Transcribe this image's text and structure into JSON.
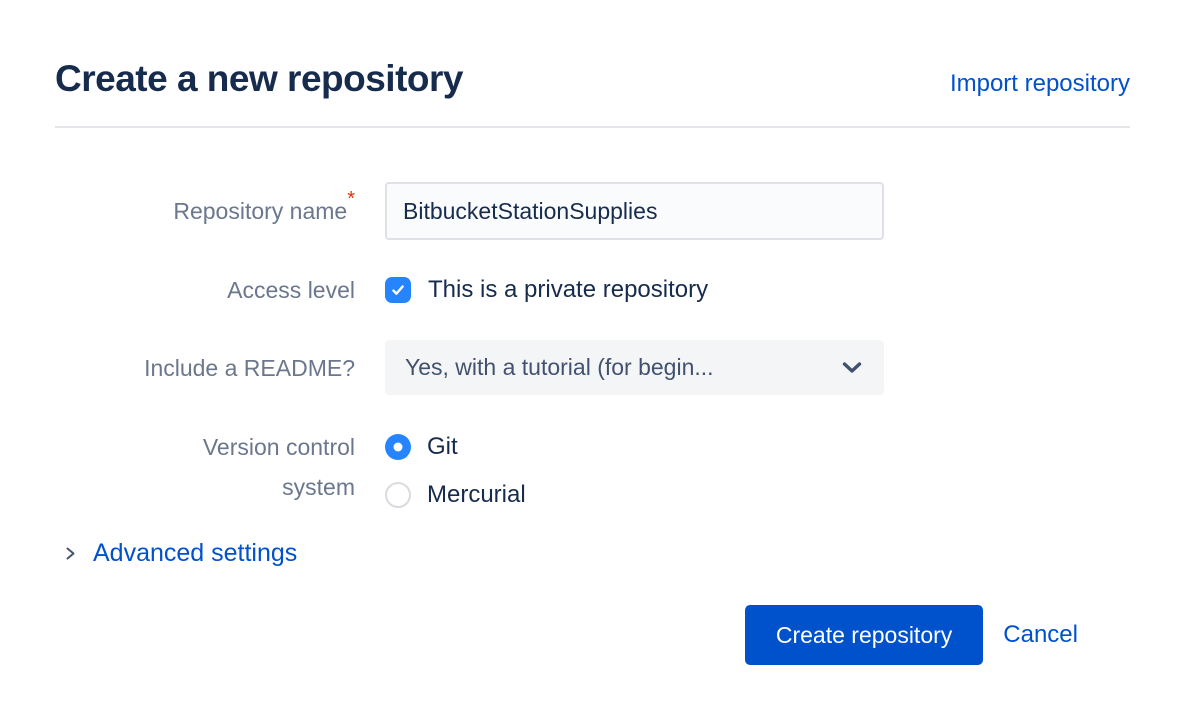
{
  "page": {
    "title": "Create a new repository",
    "import_link": "Import repository"
  },
  "form": {
    "repository_name": {
      "label": "Repository name",
      "required_marker": "*",
      "value": "BitbucketStationSupplies"
    },
    "access_level": {
      "label": "Access level",
      "checkbox_label": "This is a private repository",
      "checked": true
    },
    "include_readme": {
      "label": "Include a README?",
      "selected_option": "Yes, with a tutorial (for begin..."
    },
    "version_control": {
      "label": "Version control system",
      "options": [
        {
          "label": "Git",
          "selected": true
        },
        {
          "label": "Mercurial",
          "selected": false
        }
      ]
    },
    "advanced_settings": {
      "label": "Advanced settings"
    }
  },
  "footer": {
    "create_button": "Create repository",
    "cancel_link": "Cancel"
  },
  "icons": {
    "check": "check-mark",
    "select_chevron": "chevron-down",
    "advanced_chevron": "chevron-right"
  },
  "colors": {
    "primary_blue": "#0052CC",
    "control_blue": "#2684FF",
    "heading_navy": "#172B4D",
    "label_gray": "#6B778C",
    "required_red": "#DE350B",
    "field_bg": "#FAFBFC",
    "select_bg": "#F4F5F7",
    "border_gray": "#DFE1E6"
  }
}
